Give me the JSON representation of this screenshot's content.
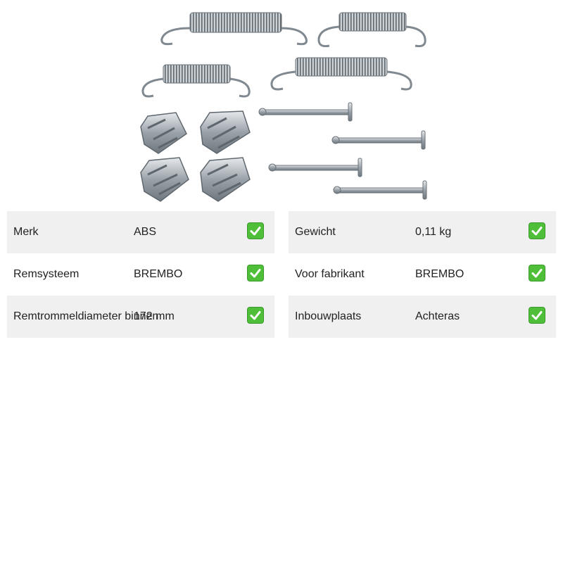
{
  "image": {
    "icon": "brake-spring-kit-image"
  },
  "colors": {
    "row_shade": "#f0f0f0",
    "check_green": "#4fbf3a",
    "metal": "#a9b0b6"
  },
  "specs_left": [
    {
      "label": "Merk",
      "value": "ABS"
    },
    {
      "label": "Remsysteem",
      "value": "BREMBO"
    },
    {
      "label": "Remtrommeldiameter binnen",
      "value": "172 mm"
    }
  ],
  "specs_right": [
    {
      "label": "Gewicht",
      "value": "0,11 kg"
    },
    {
      "label": "Voor fabrikant",
      "value": "BREMBO"
    },
    {
      "label": "Inbouwplaats",
      "value": "Achteras"
    }
  ]
}
